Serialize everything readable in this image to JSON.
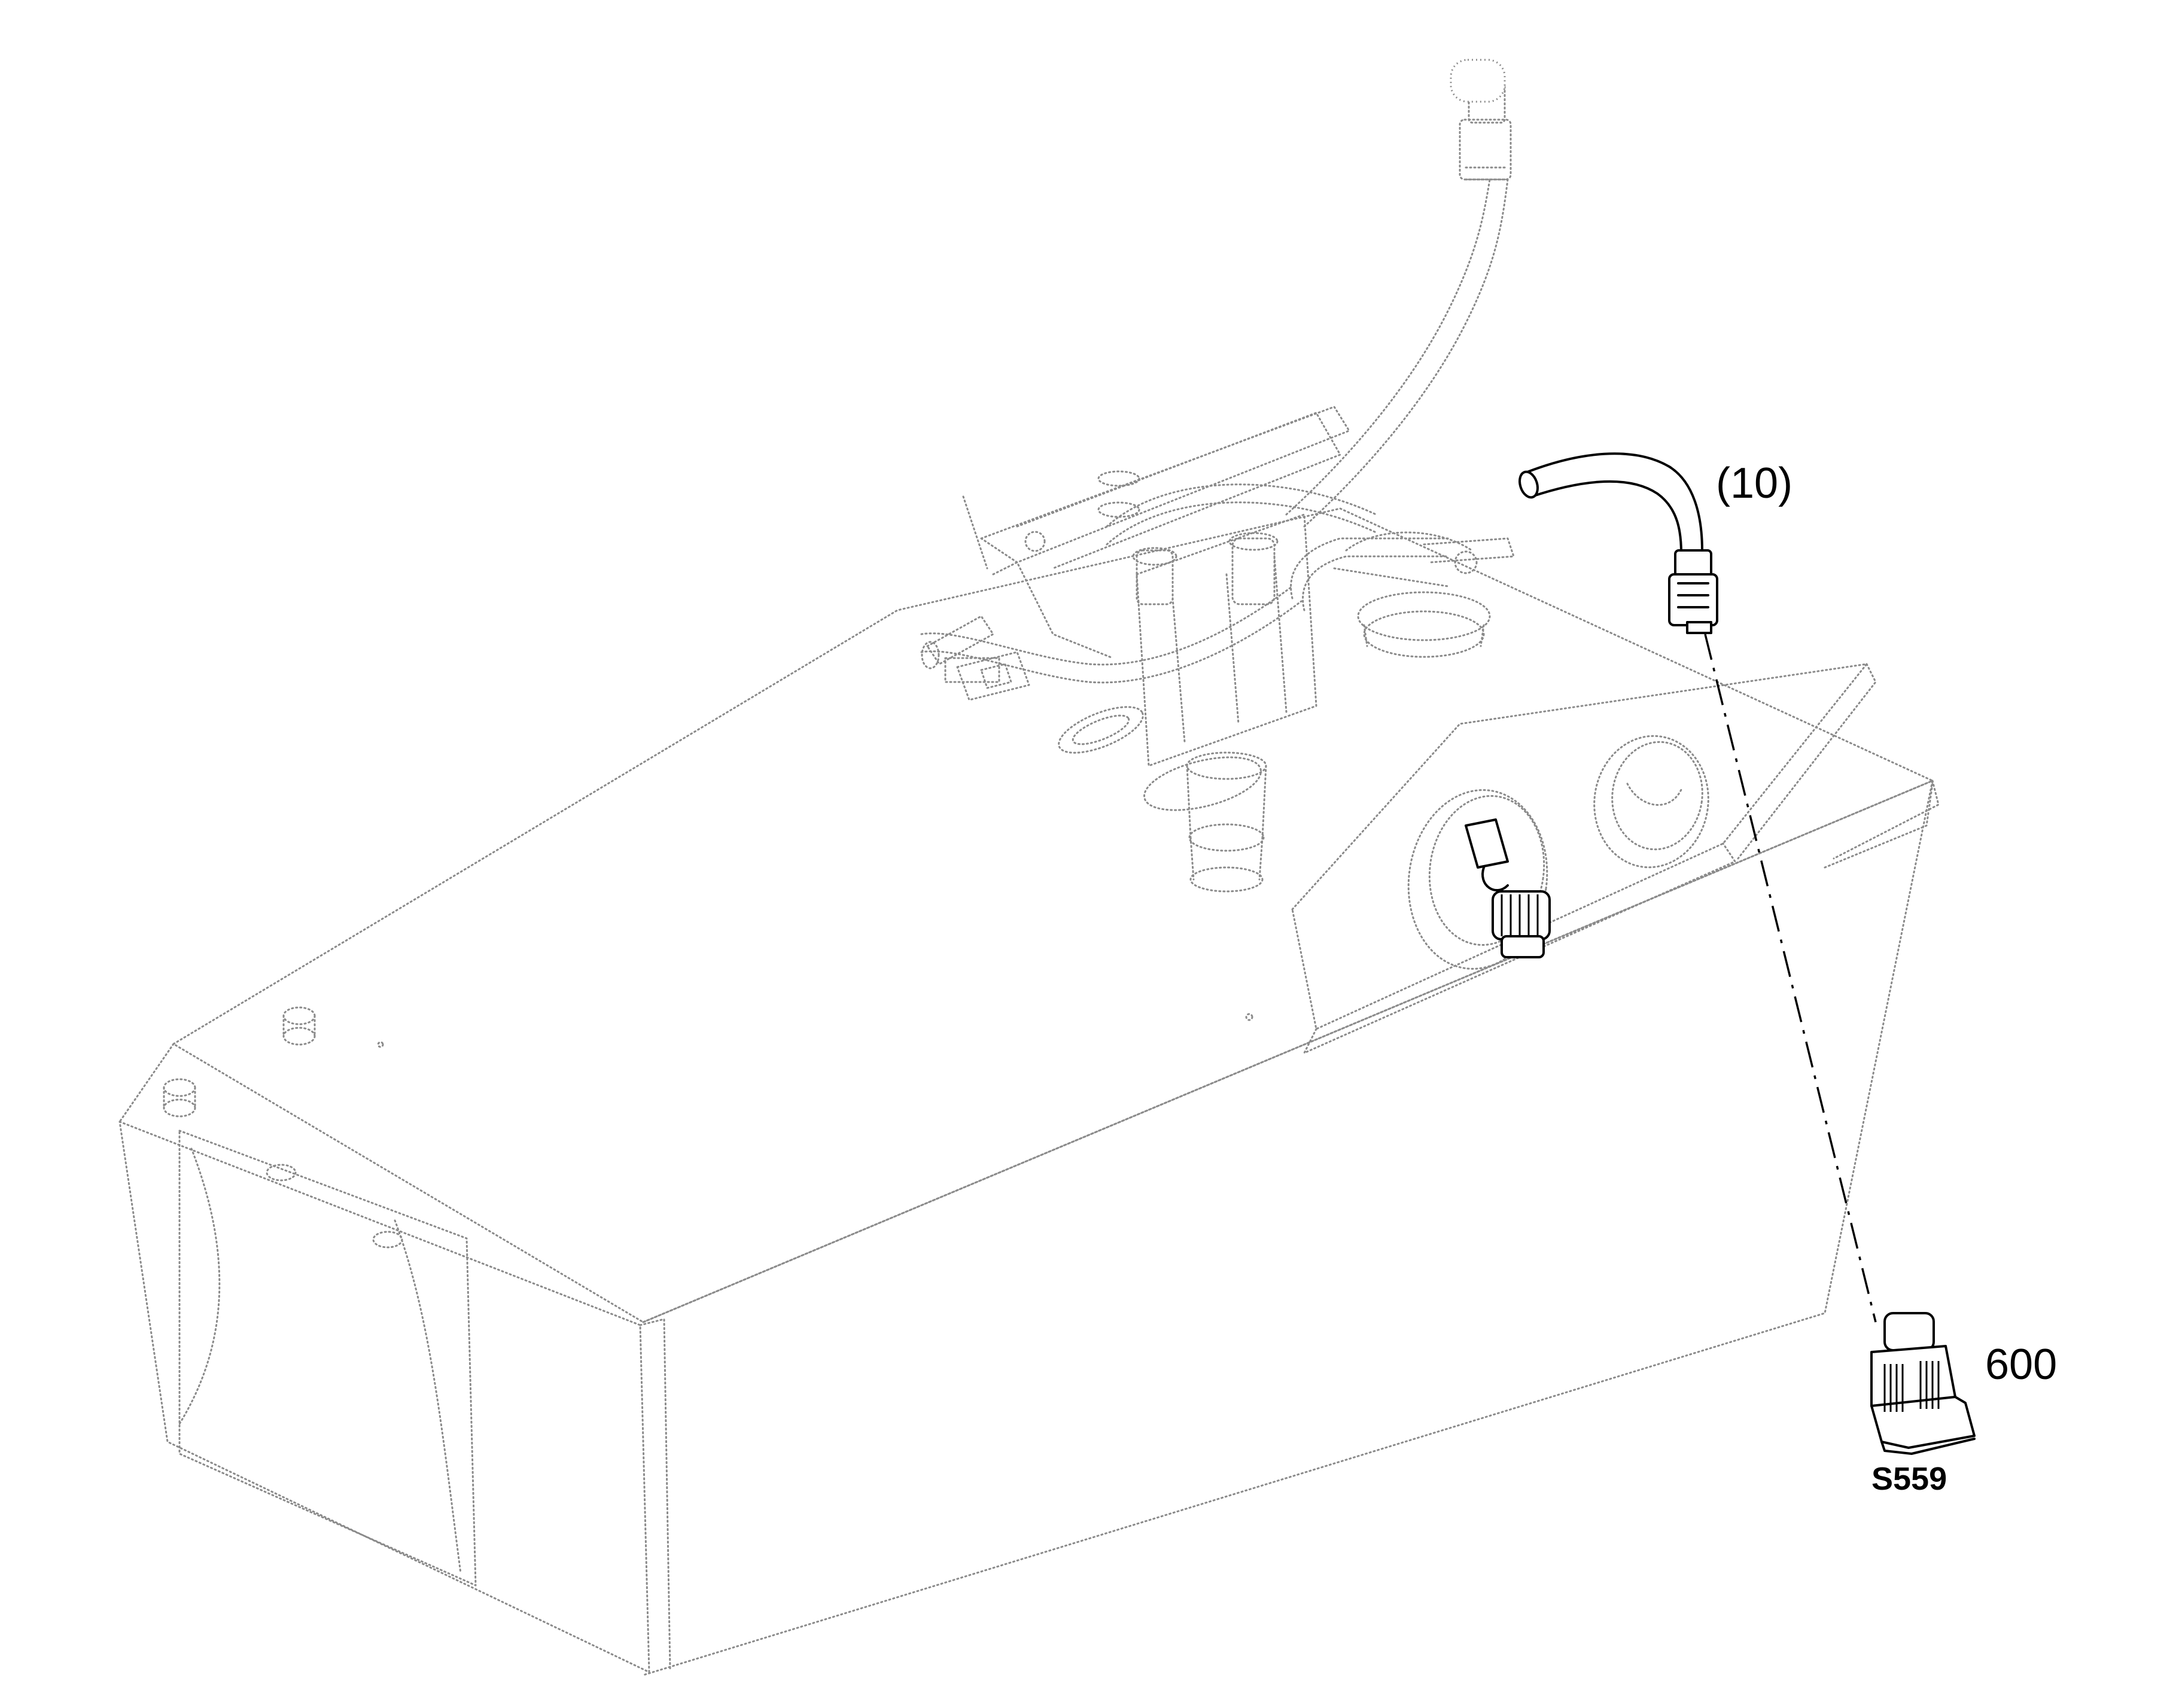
{
  "callouts": {
    "hose_ref": "(10)",
    "switch_part": "600",
    "switch_ref": "S559"
  },
  "colors": {
    "ghost_line": "#8a8a8a",
    "solid_line": "#000000",
    "background": "#ffffff"
  }
}
